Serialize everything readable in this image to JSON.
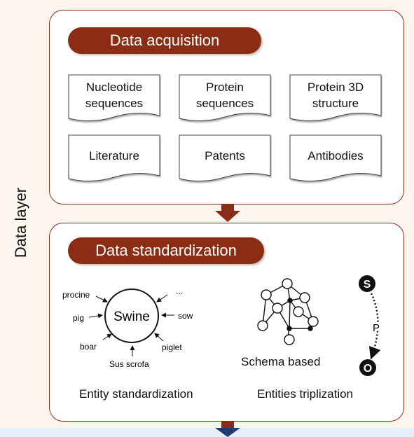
{
  "side_label": "Data layer",
  "acquisition": {
    "title": "Data acquisition",
    "docs": [
      "Nucleotide sequences",
      "Protein sequences",
      "Protein 3D structure",
      "Literature",
      "Patents",
      "Antibodies"
    ]
  },
  "standardization": {
    "title": "Data standardization",
    "entity": {
      "center": "Swine",
      "synonyms": [
        "procine",
        "pig",
        "boar",
        "Sus scrofa",
        "piglet",
        "sow",
        "..."
      ],
      "caption": "Entity standardization"
    },
    "schema_caption": "Schema based",
    "triple": {
      "subject": "S",
      "predicate": "P",
      "object": "O"
    },
    "triplization_caption": "Entities triplization"
  },
  "colors": {
    "accent": "#8b2d14",
    "arrow": "#8a2d18",
    "next_arrow": "#1f3a78"
  }
}
